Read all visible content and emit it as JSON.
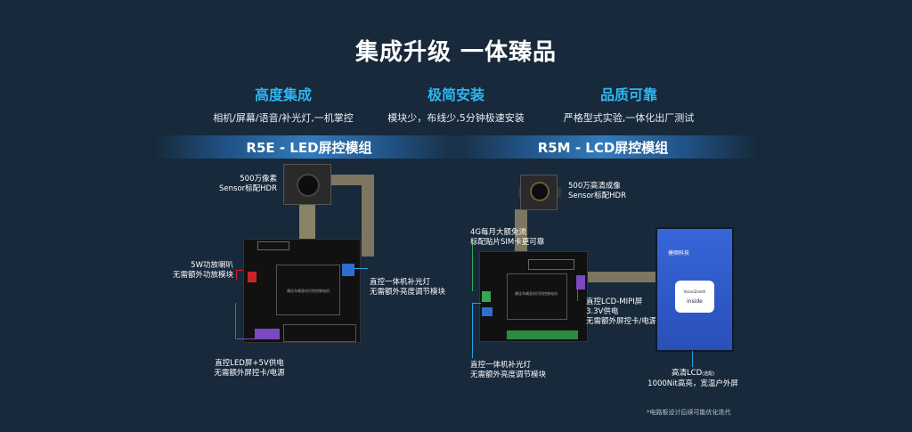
{
  "page": {
    "title": "集成升级 一体臻品",
    "footnote": "*电路板设计后续可能优化迭代"
  },
  "features": [
    {
      "heading": "高度集成",
      "desc": "相机/屏幕/语音/补光灯,一机掌控"
    },
    {
      "heading": "极简安装",
      "desc": "模块少，布线少,5分钟极速安装"
    },
    {
      "heading": "品质可靠",
      "desc": "严格型式实验,一体化出厂测试"
    }
  ],
  "left_module": {
    "title": "R5E - LED屏控模组",
    "camera_label": [
      "500万像素",
      "Sensor标配HDR"
    ],
    "speaker_label": [
      "5W功放喇叭",
      "无需额外功放模块"
    ],
    "light_label": [
      "直控一体机补光灯",
      "无需额外亮度调节模块"
    ],
    "led_label": [
      "直控LED屏+5V供电",
      "无需额外屏控卡/电源"
    ],
    "board_text": "康佳车辆身份识别控制电机"
  },
  "right_module": {
    "title": "R5M - LCD屏控模组",
    "camera_label": [
      "500万高清成像",
      "Sensor标配HDR"
    ],
    "sim_label": [
      "4G每月大额免流",
      "标配贴片SIM卡更可靠"
    ],
    "lcd_ctrl_label": [
      "直控LCD-MIPI屏",
      "3.3V供电",
      "无需额外屏控卡/电源"
    ],
    "light_label": [
      "直控一体机补光灯",
      "无需额外亮度调节模块"
    ],
    "board_text": "康佳车辆身份识别控制电机",
    "screen": {
      "brand": "捷顺科技",
      "logo_brand": "VisionZenith",
      "logo_text": "inside"
    },
    "screen_label": [
      "高清LCD",
      "(选配)",
      "1000Nit高亮，宽温户外屏"
    ]
  }
}
